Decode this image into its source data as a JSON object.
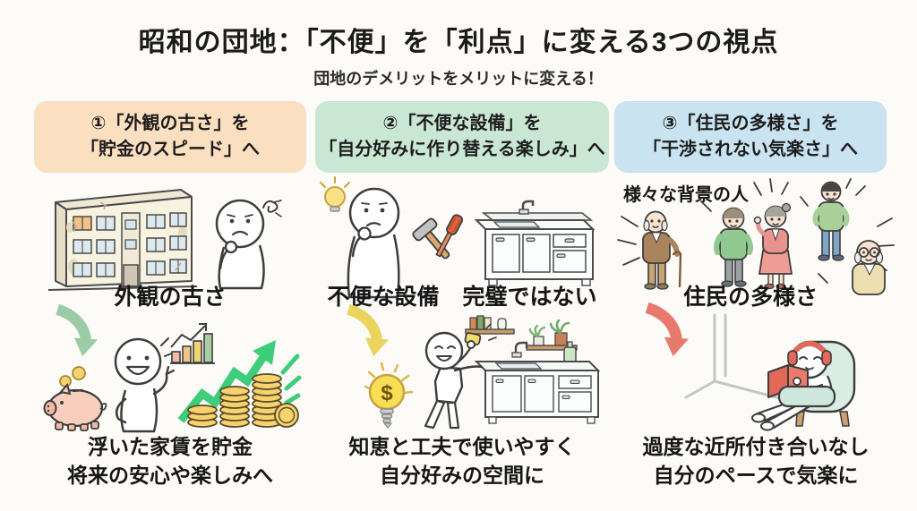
{
  "title": "昭和の団地：「不便」を「利点」に変える3つの視点",
  "subtitle": "団地のデメリットをメリットに変える！",
  "colors": {
    "background": "#FDFBF7",
    "text": "#1d1d1d",
    "header1_bg": "#FADFC0",
    "header2_bg": "#C9E7D3",
    "header3_bg": "#C9E3F0",
    "arrow_green": "#9CCBA8",
    "arrow_yellow": "#EAD45E",
    "arrow_red": "#E8796D",
    "growth_green": "#3ECD7A",
    "coin_gold": "#F6D36E",
    "piggy_pink": "#F8CFBE"
  },
  "columns": [
    {
      "header_line1": "①「外観の古さ」を",
      "header_line2": "「貯金のスピード」へ",
      "problem_caption": "外観の古さ",
      "benefit_line1": "浮いた家賃を貯金",
      "benefit_line2": "将来の安心や楽しみへ",
      "illustration_icons": [
        "old-apartment-building",
        "worried-person",
        "curved-down-arrow-green",
        "piggy-bank-coins",
        "happy-pointing-person",
        "growth-bar-chart",
        "coin-stacks-rising-arrow"
      ]
    },
    {
      "header_line1": "②「不便な設備」を",
      "header_line2": "「自分好みに作り替える楽しみ」へ",
      "problem_caption_left": "不便な設備",
      "problem_caption_right": "完璧ではない",
      "benefit_line1": "知恵と工夫で使いやすく",
      "benefit_line2": "自分好みの空間に",
      "illustration_icons": [
        "thinking-person-lightbulb",
        "hammer-screwdriver-tools",
        "kitchen-sink-unit",
        "curved-down-arrow-yellow",
        "dollar-lightbulb",
        "person-cleaning-kitchen-shelves"
      ]
    },
    {
      "header_line1": "③「住民の多様さ」を",
      "header_line2": "「干渉されない気楽さ」へ",
      "group_label": "様々な背景の人",
      "problem_caption": "住民の多様さ",
      "benefit_line1": "過度な近所付き合いなし",
      "benefit_line2": "自分のペースで気楽に",
      "illustration_icons": [
        "diverse-residents-group",
        "curved-down-arrow-red",
        "person-reading-headphones-armchair"
      ]
    }
  ]
}
